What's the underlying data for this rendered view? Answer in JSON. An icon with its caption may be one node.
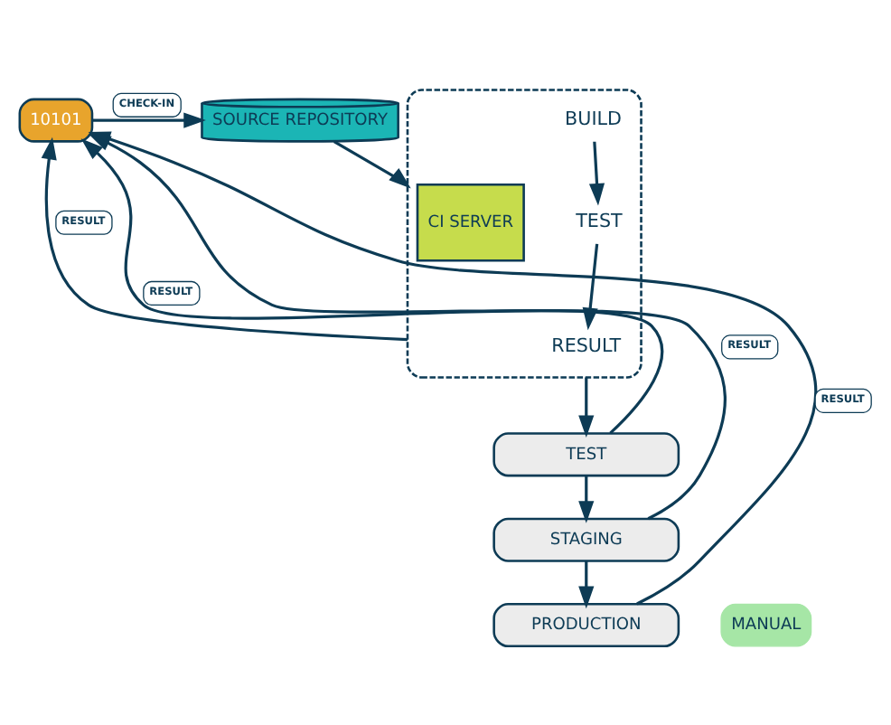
{
  "diagram": {
    "nodes": [
      {
        "text": [
          "10101"
        ]
      },
      {
        "text": [
          "SOURCE REPOSITORY"
        ]
      },
      {
        "text": [],
        "shape": "box"
      },
      {
        "text": [
          "CI SERVER"
        ],
        "in": 2
      },
      {
        "text": [
          "BUILD"
        ],
        "in": 2
      },
      {
        "text": [
          "TEST"
        ],
        "in": 2
      },
      {
        "text": [
          "RESULT"
        ],
        "in": 2
      },
      {
        "text": [
          "TEST"
        ]
      },
      {
        "text": [
          "STAGING"
        ]
      },
      {
        "text": [
          "PRODUCTION"
        ]
      },
      {
        "text": [
          "MANUAL"
        ]
      }
    ],
    "edges": [
      {
        "from": 0,
        "to": 1,
        "arrow": "to",
        "label": "CHECK-IN"
      },
      {
        "from": 1,
        "to": 2,
        "arrow": "to"
      },
      {
        "from": 4,
        "to": 5,
        "arrow": "to"
      },
      {
        "from": 5,
        "to": 6,
        "arrow": "to"
      },
      {
        "from": 2,
        "to": 7,
        "arrow": "to"
      },
      {
        "from": 2,
        "to": 0,
        "arrow": "to",
        "label": "RESULT"
      },
      {
        "from": 7,
        "to": 0,
        "arrow": "to",
        "label": "RESULT"
      },
      {
        "from": 8,
        "to": 0,
        "arrow": "to",
        "label": "RESULT"
      },
      {
        "from": 9,
        "to": 0,
        "arrow": "to",
        "label": "RESULT"
      },
      {
        "from": 7,
        "to": 8,
        "arrow": "to"
      },
      {
        "from": 8,
        "to": 9,
        "arrow": "to"
      }
    ]
  }
}
